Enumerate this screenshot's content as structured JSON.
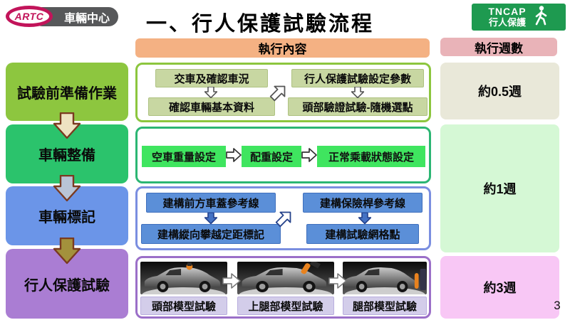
{
  "title": "一、行人保護試驗流程",
  "logo": {
    "artc": "ARTC",
    "name": "車輛中心"
  },
  "badge": {
    "line1": "TNCAP",
    "line2": "行人保護"
  },
  "headers": {
    "content": "執行內容",
    "weeks": "執行週數"
  },
  "stages": [
    {
      "label": "試驗前準備作業",
      "color": "#8dc63f"
    },
    {
      "label": "車輛整備",
      "color": "#2bc36c"
    },
    {
      "label": "車輛標記",
      "color": "#6b95e8"
    },
    {
      "label": "行人保護試驗",
      "color": "#aa7dd3"
    }
  ],
  "flow1": {
    "steps": [
      "交車及確認車況",
      "確認車輛基本資料",
      "行人保護試驗設定參數",
      "頭部驗證試驗-隨機選點"
    ],
    "box_color": "#c8d7a2",
    "border_color": "#8cc63e"
  },
  "flow2": {
    "steps": [
      "空車重量設定",
      "配重設定",
      "正常乘載狀態設定"
    ],
    "box_color": "#3fe55f",
    "border_color": "#2cb673"
  },
  "flow3": {
    "steps": [
      "建構前方車蓋參考線",
      "建構縱向攀越定距標記",
      "建構保險桿參考線",
      "建構試驗網格點"
    ],
    "box_color": "#5b8fd8",
    "border_color": "#7a8ee0"
  },
  "flow4": {
    "tests": [
      "頭部模型試驗",
      "上腿部模型試驗",
      "腿部模型試驗"
    ],
    "label_color": "#d3cdea",
    "border_color": "#9b6fc8"
  },
  "durations": [
    {
      "label": "約0.5週",
      "color": "#e9e8d9"
    },
    {
      "label": "約1週",
      "color": "#d5f8d5"
    },
    {
      "label": "約3週",
      "color": "#f8c7f5"
    }
  ],
  "header_colors": {
    "content": "#f4b183",
    "weeks": "#e9b3b8"
  },
  "page_number": "3"
}
